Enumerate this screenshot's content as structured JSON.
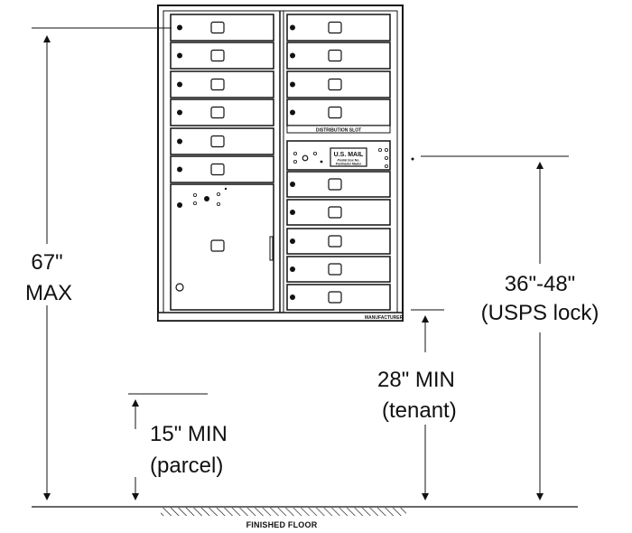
{
  "diagram": {
    "dimensions": {
      "max_height": {
        "value": "67\"",
        "qualifier": "MAX"
      },
      "usps_lock": {
        "range": "36\"-48\"",
        "qualifier": "(USPS lock)"
      },
      "tenant": {
        "value": "28\" MIN",
        "qualifier": "(tenant)"
      },
      "parcel": {
        "value": "15\" MIN",
        "qualifier": "(parcel)"
      }
    },
    "floor_label": "FINISHED FLOOR",
    "unit": {
      "mail_plate": {
        "line1": "U.S. MAIL",
        "line2": "Postal box No.",
        "line3": "Postmaster Master"
      },
      "label_strip": "DISTRIBUTION SLOT",
      "footer_label": "MANUFACTURER"
    },
    "colors": {
      "ink": "#111111",
      "background": "#ffffff"
    }
  }
}
